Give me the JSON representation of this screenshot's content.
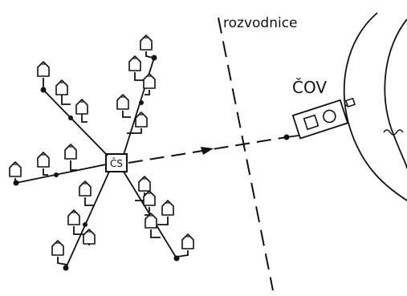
{
  "labels": {
    "watershed": "rozvodnice",
    "treatment_plant": "ČOV",
    "pump_station": "ČS"
  }
}
